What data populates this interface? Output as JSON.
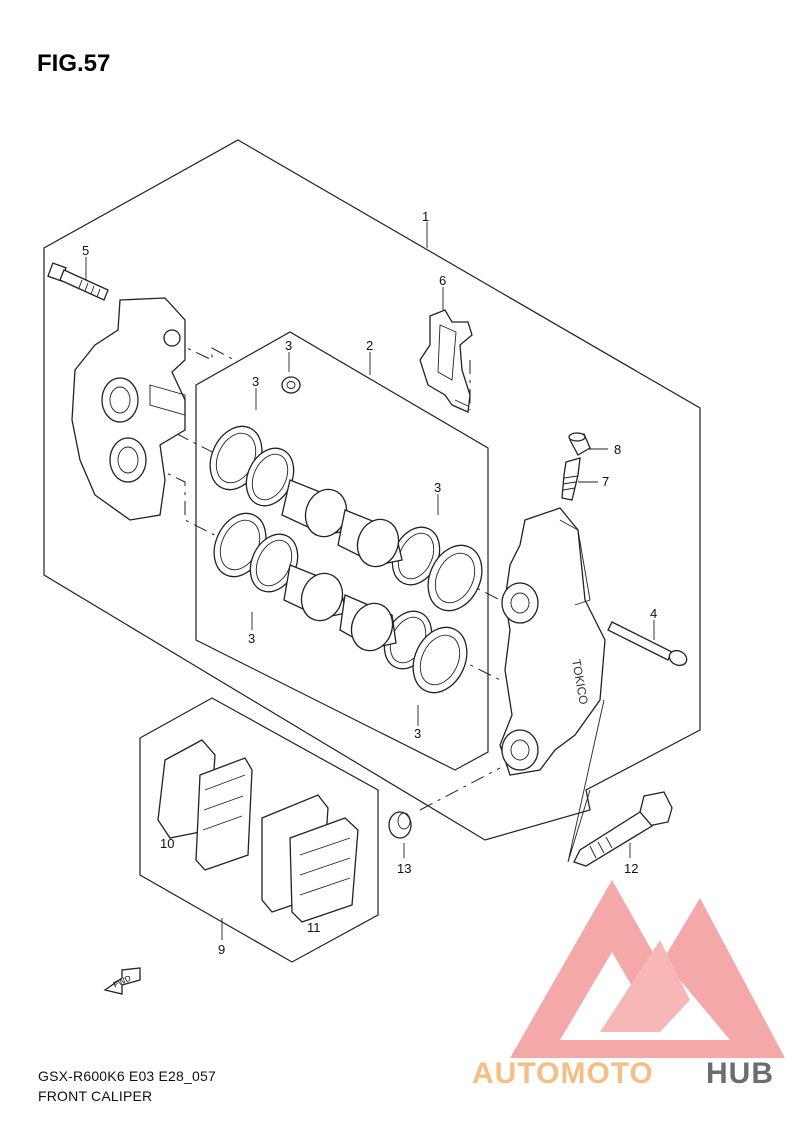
{
  "title": "FIG.57",
  "caption": {
    "model": "GSX-R600K6 E03 E28_057",
    "name": "FRONT CALIPER"
  },
  "fwd_label": "FWD",
  "callouts": [
    {
      "id": "c1",
      "label": "1"
    },
    {
      "id": "c2",
      "label": "2"
    },
    {
      "id": "c3a",
      "label": "3"
    },
    {
      "id": "c3b",
      "label": "3"
    },
    {
      "id": "c3c",
      "label": "3"
    },
    {
      "id": "c3d",
      "label": "3"
    },
    {
      "id": "c3e",
      "label": "3"
    },
    {
      "id": "c4",
      "label": "4"
    },
    {
      "id": "c5",
      "label": "5"
    },
    {
      "id": "c6",
      "label": "6"
    },
    {
      "id": "c7",
      "label": "7"
    },
    {
      "id": "c8",
      "label": "8"
    },
    {
      "id": "c9",
      "label": "9"
    },
    {
      "id": "c10",
      "label": "10"
    },
    {
      "id": "c11",
      "label": "11"
    },
    {
      "id": "c12",
      "label": "12"
    },
    {
      "id": "c13",
      "label": "13"
    }
  ],
  "watermark": {
    "part1": "AUTOMOTO",
    "part2": "HUB",
    "color_light": "#f9c88f",
    "color_accent": "#ef7d7d",
    "color_dark": "#6d6d6d"
  }
}
